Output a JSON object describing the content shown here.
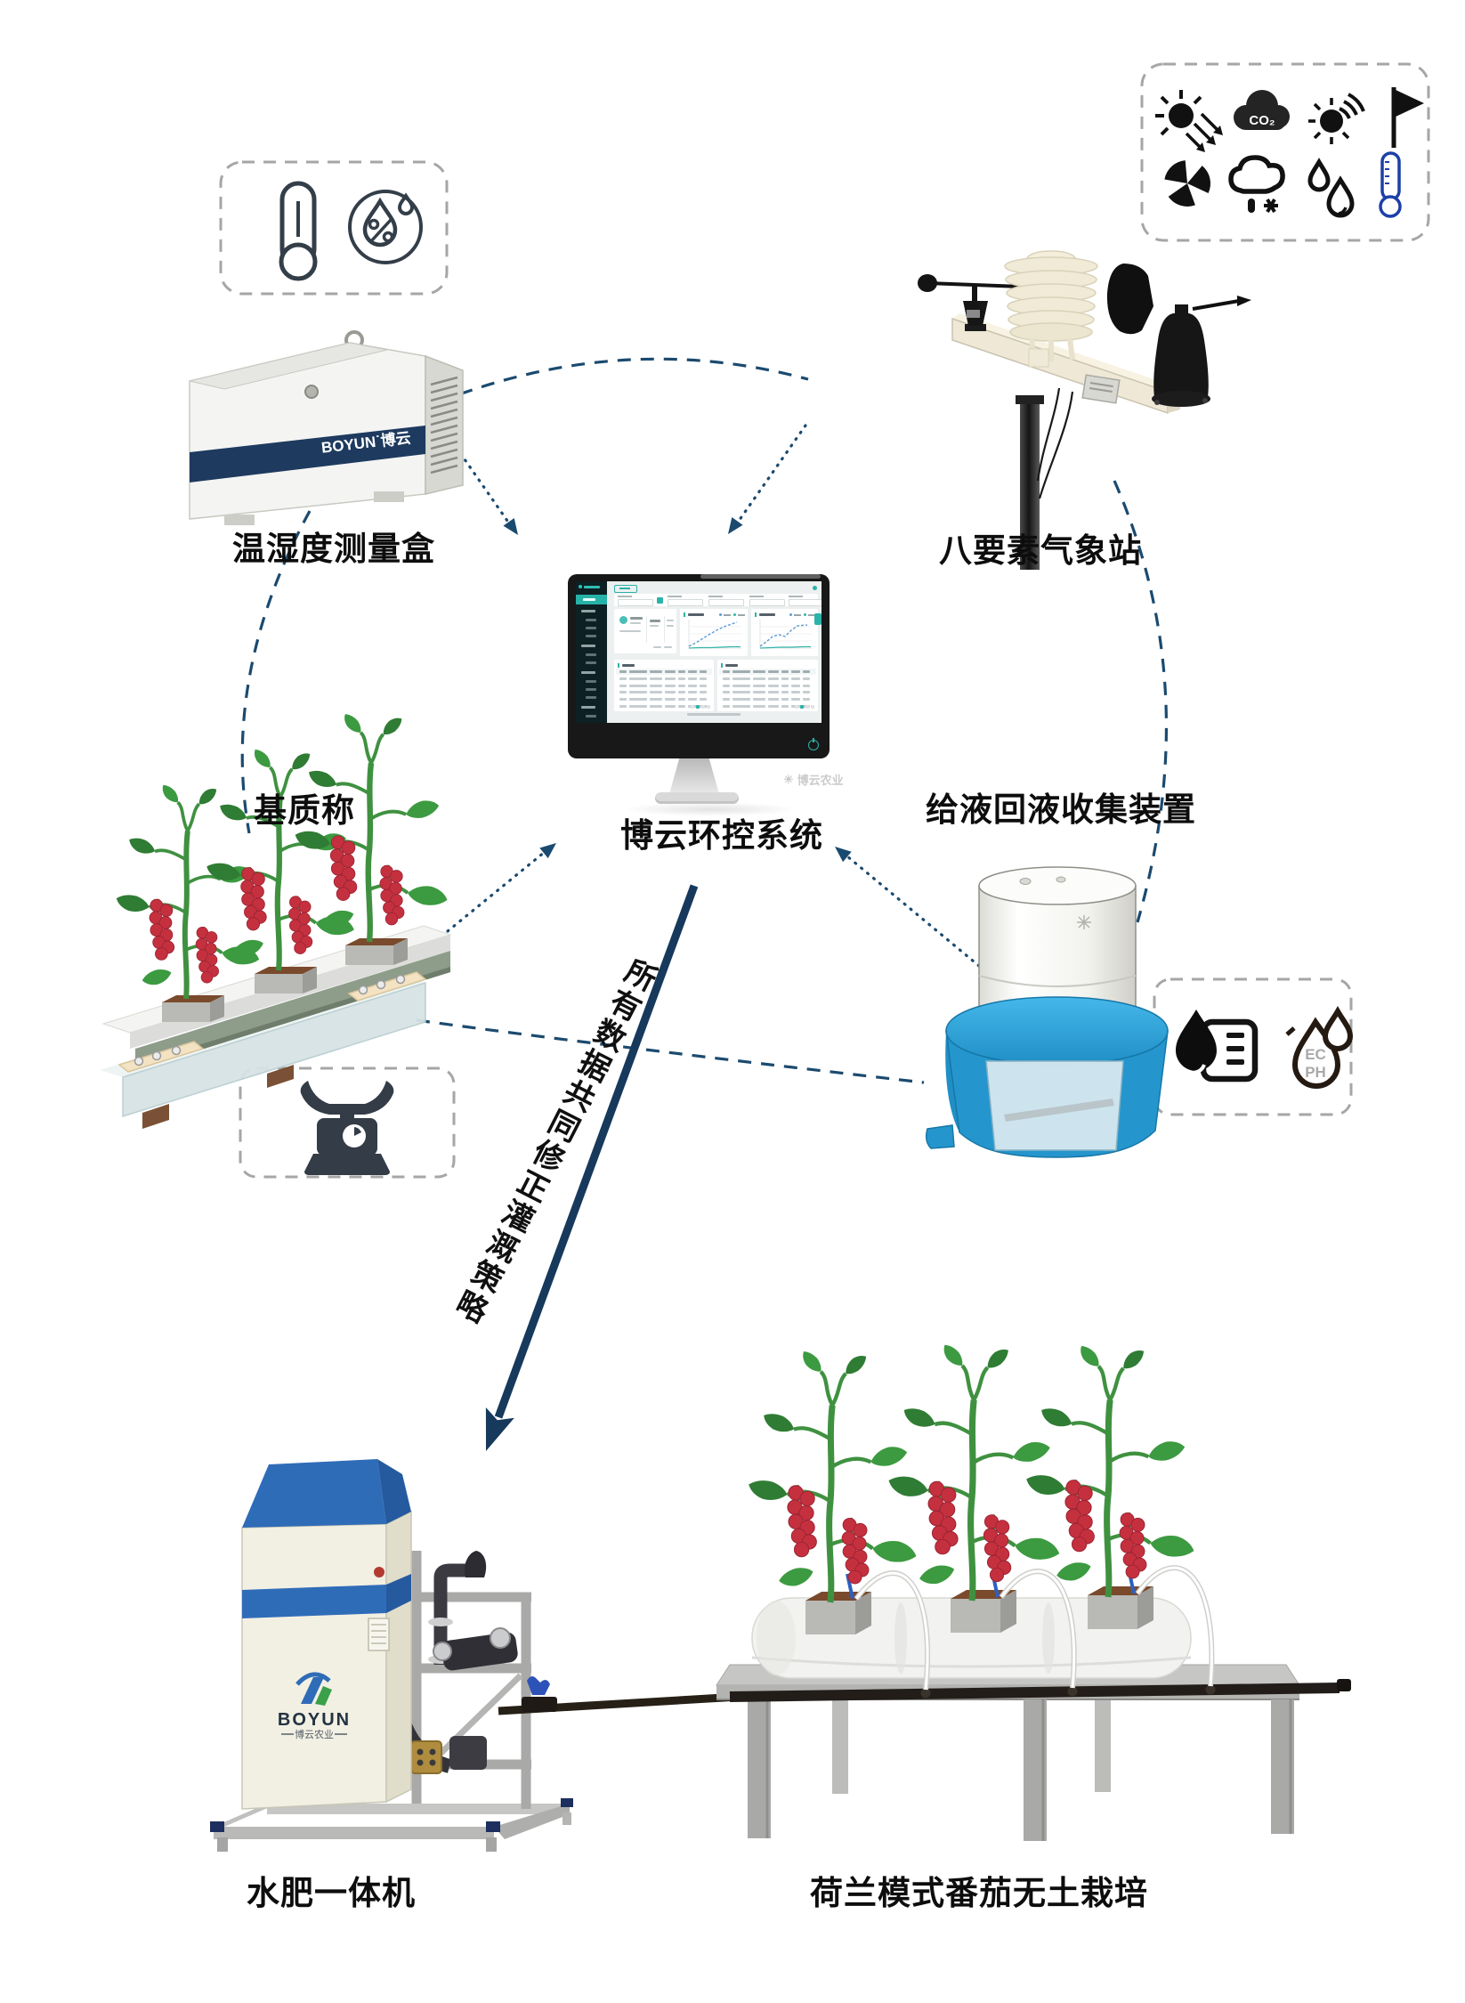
{
  "colors": {
    "arc_navy": "#1b4a6f",
    "solid_arrow_navy": "#16395c",
    "dashed_box_gray": "#a6a6a6",
    "teal_accent": "#27b2a8",
    "brand_blue": "#2f6cb8",
    "brand_green": "#3aa04a",
    "tomato_red": "#c5303f",
    "leaf_green": "#3c9a40"
  },
  "nodes": {
    "sensor_box": {
      "label": "温湿度测量盒",
      "brand": "BOYUN˙博云",
      "icons": [
        "thermometer-icon",
        "humidity-percent-icon"
      ]
    },
    "weather_station": {
      "label": "八要素气象站",
      "co2_text": "CO₂",
      "icons": [
        "solar-radiation-icon",
        "co2-icon",
        "light-intensity-icon",
        "wind-direction-flag-icon",
        "wind-speed-fan-icon",
        "precipitation-icon",
        "humidity-drops-icon",
        "temperature-icon"
      ]
    },
    "control_system": {
      "label": "博云环控系统",
      "watermark": "博云农业"
    },
    "substrate_scale": {
      "label": "基质称",
      "icons": [
        "weighing-scale-icon"
      ]
    },
    "collector": {
      "label": "给液回液收集装置",
      "ec_text": "EC",
      "ph_text": "PH",
      "icons": [
        "drain-volume-log-icon",
        "ec-ph-drops-icon"
      ]
    },
    "fertigation_machine": {
      "label": "水肥一体机",
      "brand": "BOYUN",
      "brand_sub": "博云农业"
    },
    "cultivation": {
      "label": "荷兰模式番茄无土栽培"
    }
  },
  "flow_arrow": {
    "text": "所有数据共同修正灌溉策略"
  }
}
